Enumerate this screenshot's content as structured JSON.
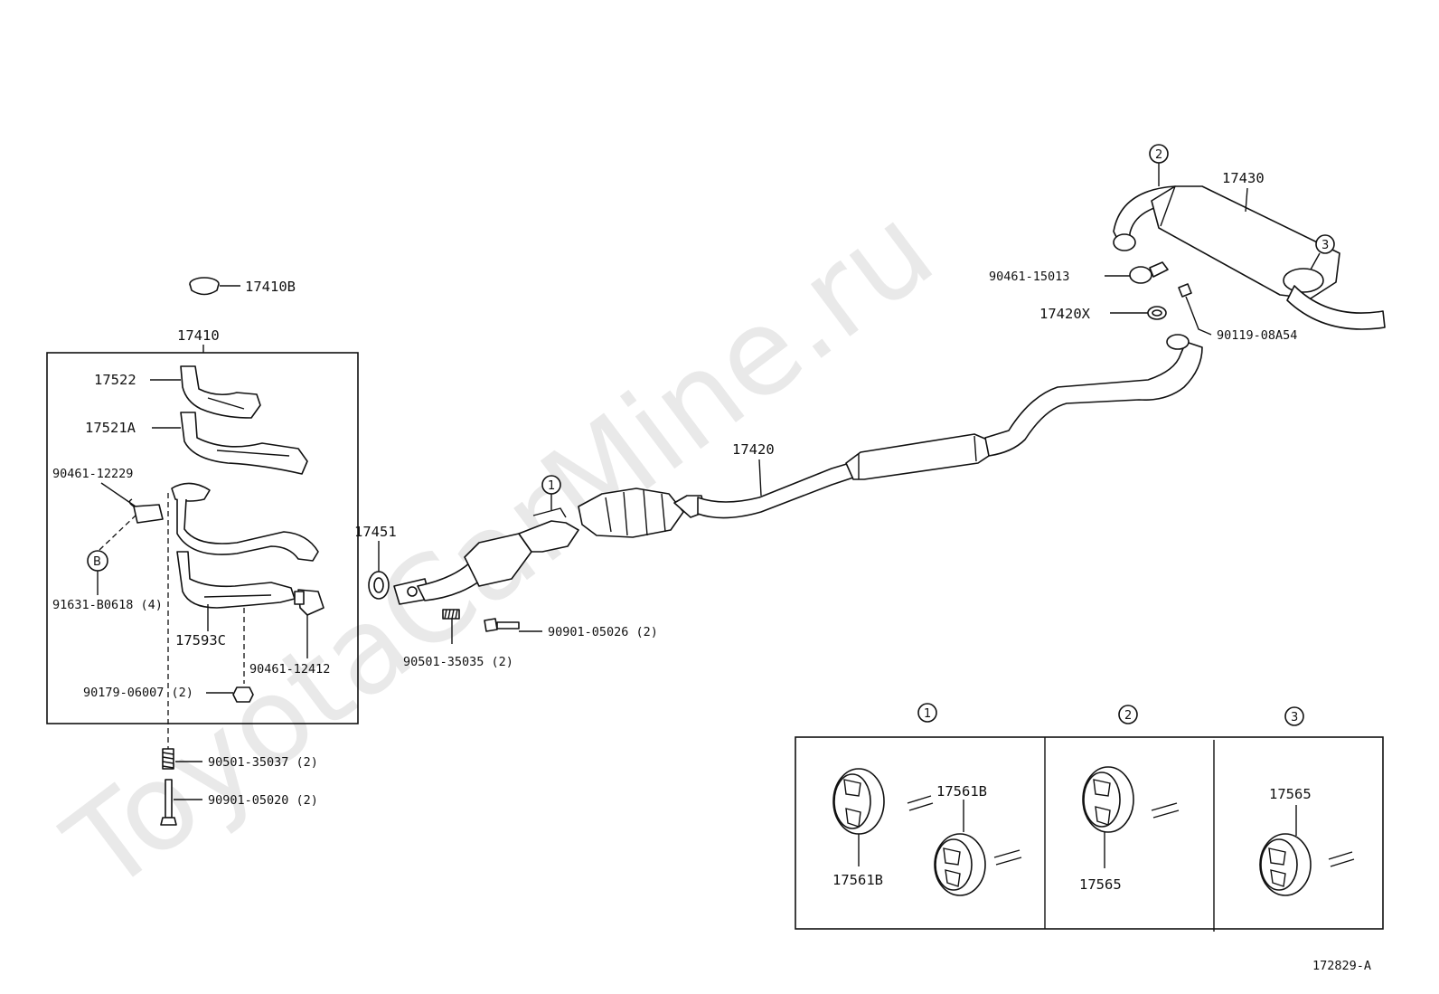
{
  "watermark": "ToyotaCarMine.ru",
  "diagram_code": "172829-A",
  "parts": {
    "p17410B": "17410B",
    "p17410": "17410",
    "p17522": "17522",
    "p17521A": "17521A",
    "p90461_12229": "90461-12229",
    "circle_B": "B",
    "p91631": "91631-B0618 (4)",
    "p17593C": "17593C",
    "p90461_12412": "90461-12412",
    "p90179": "90179-06007 (2)",
    "p90501_35037": "90501-35037 (2)",
    "p90901_05020": "90901-05020 (2)",
    "p17451": "17451",
    "p90501_35035": "90501-35035 (2)",
    "p90901_05026": "90901-05026 (2)",
    "p17420": "17420",
    "p17430": "17430",
    "p90461_15013": "90461-15013",
    "p17420X": "17420X",
    "p90119": "90119-08A54"
  },
  "callouts": {
    "c1": "1",
    "c2": "2",
    "c3": "3"
  },
  "detail": {
    "headers": [
      "1",
      "2",
      "3"
    ],
    "box1_a": "17561B",
    "box1_b": "17561B",
    "box2": "17565",
    "box3": "17565"
  }
}
